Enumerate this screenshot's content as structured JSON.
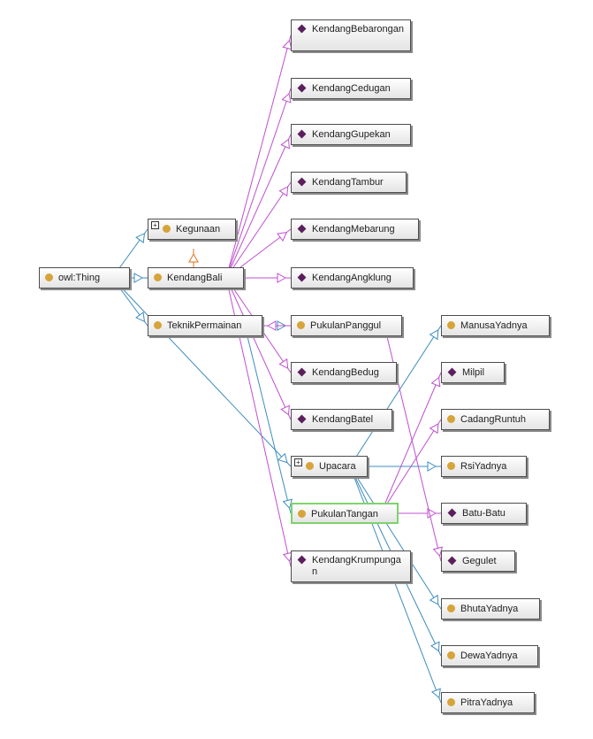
{
  "nodes": [
    {
      "id": "owl-thing",
      "label": "owl:Thing",
      "kind": "class"
    },
    {
      "id": "kegunaan",
      "label": "Kegunaan",
      "kind": "class",
      "expandable": true
    },
    {
      "id": "kendangbali",
      "label": "KendangBali",
      "kind": "class"
    },
    {
      "id": "teknikpermainan",
      "label": "TeknikPermainan",
      "kind": "class"
    },
    {
      "id": "kendangbebarongan",
      "label": "KendangBebarongan",
      "kind": "individual"
    },
    {
      "id": "kendangcedugan",
      "label": "KendangCedugan",
      "kind": "individual"
    },
    {
      "id": "kendanggupekan",
      "label": "KendangGupekan",
      "kind": "individual"
    },
    {
      "id": "kendangtambur",
      "label": "KendangTambur",
      "kind": "individual"
    },
    {
      "id": "kendangmebarung",
      "label": "KendangMebarung",
      "kind": "individual"
    },
    {
      "id": "kendangangklung",
      "label": "KendangAngklung",
      "kind": "individual"
    },
    {
      "id": "pukulanpanggul",
      "label": "PukulanPanggul",
      "kind": "class"
    },
    {
      "id": "kendangbedug",
      "label": "KendangBedug",
      "kind": "individual"
    },
    {
      "id": "kendangbatel",
      "label": "KendangBatel",
      "kind": "individual"
    },
    {
      "id": "upacara",
      "label": "Upacara",
      "kind": "class",
      "expandable": true
    },
    {
      "id": "pukulantangan",
      "label": "PukulanTangan",
      "kind": "class",
      "selected": true
    },
    {
      "id": "kendangkrumpungan",
      "label": "KendangKrumpungan",
      "kind": "individual"
    },
    {
      "id": "manusayadnya",
      "label": "ManusaYadnya",
      "kind": "class"
    },
    {
      "id": "milpil",
      "label": "Milpil",
      "kind": "individual"
    },
    {
      "id": "cadangruntuh",
      "label": "CadangRuntuh",
      "kind": "class"
    },
    {
      "id": "rsiyadnya",
      "label": "RsiYadnya",
      "kind": "class"
    },
    {
      "id": "batubatu",
      "label": "Batu-Batu",
      "kind": "individual"
    },
    {
      "id": "gegulet",
      "label": "Gegulet",
      "kind": "individual"
    },
    {
      "id": "bhutayadnya",
      "label": "BhutaYadnya",
      "kind": "class"
    },
    {
      "id": "dewayadnya",
      "label": "DewaYadnya",
      "kind": "class"
    },
    {
      "id": "pitrayadnya",
      "label": "PitraYadnya",
      "kind": "class"
    }
  ],
  "edges": [
    {
      "from": "owl-thing",
      "to": "kegunaan",
      "type": "subclass"
    },
    {
      "from": "owl-thing",
      "to": "kendangbali",
      "type": "subclass"
    },
    {
      "from": "owl-thing",
      "to": "teknikpermainan",
      "type": "subclass"
    },
    {
      "from": "owl-thing",
      "to": "upacara",
      "type": "subclass"
    },
    {
      "from": "kendangbali",
      "to": "kegunaan",
      "type": "property"
    },
    {
      "from": "kendangbali",
      "to": "kendangbebarongan",
      "type": "instance"
    },
    {
      "from": "kendangbali",
      "to": "kendangcedugan",
      "type": "instance"
    },
    {
      "from": "kendangbali",
      "to": "kendanggupekan",
      "type": "instance"
    },
    {
      "from": "kendangbali",
      "to": "kendangtambur",
      "type": "instance"
    },
    {
      "from": "kendangbali",
      "to": "kendangmebarung",
      "type": "instance"
    },
    {
      "from": "kendangbali",
      "to": "kendangangklung",
      "type": "instance"
    },
    {
      "from": "kendangbali",
      "to": "kendangbedug",
      "type": "instance"
    },
    {
      "from": "kendangbali",
      "to": "kendangbatel",
      "type": "instance"
    },
    {
      "from": "kendangbali",
      "to": "kendangkrumpungan",
      "type": "instance"
    },
    {
      "from": "teknikpermainan",
      "to": "pukulanpanggul",
      "type": "subclass"
    },
    {
      "from": "teknikpermainan",
      "to": "pukulantangan",
      "type": "subclass"
    },
    {
      "from": "pukulanpanggul",
      "to": "teknikpermainan",
      "type": "instance"
    },
    {
      "from": "upacara",
      "to": "manusayadnya",
      "type": "subclass"
    },
    {
      "from": "upacara",
      "to": "rsiyadnya",
      "type": "subclass"
    },
    {
      "from": "upacara",
      "to": "bhutayadnya",
      "type": "subclass"
    },
    {
      "from": "upacara",
      "to": "dewayadnya",
      "type": "subclass"
    },
    {
      "from": "upacara",
      "to": "pitrayadnya",
      "type": "subclass"
    },
    {
      "from": "pukulantangan",
      "to": "milpil",
      "type": "instance"
    },
    {
      "from": "pukulantangan",
      "to": "cadangruntuh",
      "type": "instance"
    },
    {
      "from": "pukulantangan",
      "to": "batubatu",
      "type": "instance"
    },
    {
      "from": "pukulanpanggul",
      "to": "gegulet",
      "type": "instance"
    }
  ],
  "colors": {
    "subclass_edge": "#3d8cbd",
    "instance_edge": "#c04fd0",
    "property_edge": "#e0751b",
    "class_dot": "#d6a43a",
    "individual_diamond": "#5a1f5c",
    "selected_border": "#7ed36b"
  }
}
